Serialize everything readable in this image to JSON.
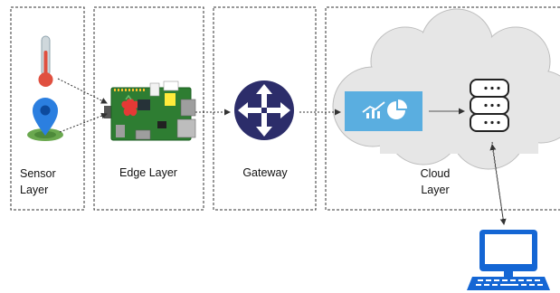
{
  "layers": {
    "sensor": {
      "line1": "Sensor",
      "line2": "Layer"
    },
    "edge": {
      "label": "Edge Layer"
    },
    "gateway": {
      "label": "Gateway"
    },
    "cloud": {
      "line1": "Cloud",
      "line2": "Layer"
    }
  },
  "icons": {
    "thermometer": "thermometer-icon",
    "location": "location-pin-icon",
    "board": "raspberry-pi-board-icon",
    "router": "router-icon",
    "dashboard": "analytics-dashboard-icon",
    "database": "database-icon",
    "computer": "desktop-computer-icon"
  },
  "colors": {
    "border": "#333333",
    "cloud": "#e6e6e6",
    "router": "#2c2d6a",
    "dashboard": "#5aaee0",
    "computer": "#1466d4",
    "thermometer_bulb": "#e05040",
    "pin": "#2b7fe0",
    "pin_base": "#6aa84f",
    "board": "#2e7d32"
  }
}
